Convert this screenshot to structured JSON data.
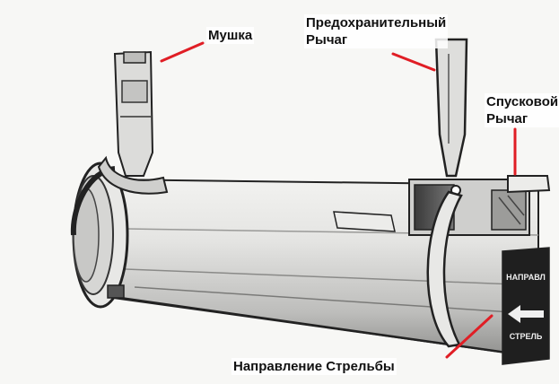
{
  "labels": {
    "sight": "Мушка",
    "safety_line1": "Предохранительный",
    "safety_line2": "Рычаг",
    "trigger_line1": "Спусковой",
    "trigger_line2": "Рычаг",
    "direction": "Направление Стрельбы"
  },
  "tube_markings": {
    "top": "НАПРАВЛ",
    "bottom": "СТРЕЛЬ"
  },
  "colors": {
    "leader_lines": "#e01e25",
    "ink": "#1a1a1a",
    "background": "#f7f7f5"
  }
}
